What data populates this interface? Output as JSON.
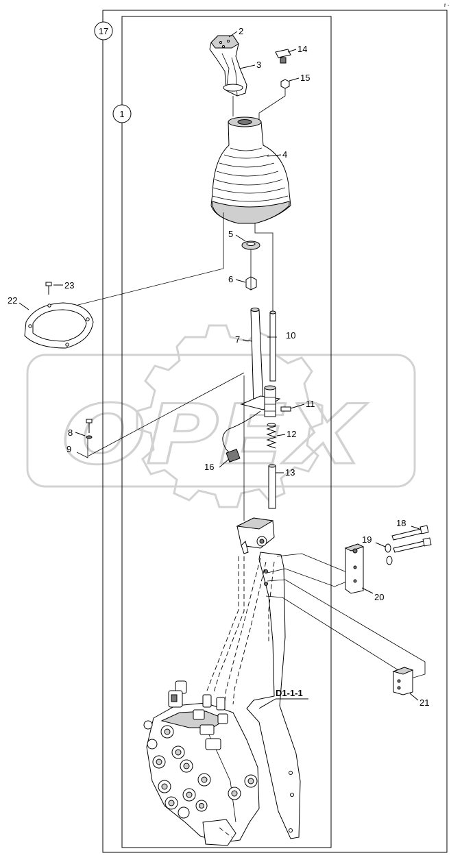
{
  "diagram": {
    "watermark": "OPEX",
    "corner_mark": "r -",
    "assembly_markers": [
      {
        "id": "outer",
        "label": "17"
      },
      {
        "id": "inner",
        "label": "1"
      }
    ],
    "reference": "D1-1-1",
    "callouts": [
      "2",
      "3",
      "4",
      "5",
      "6",
      "7",
      "8",
      "9",
      "10",
      "11",
      "12",
      "13",
      "14",
      "15",
      "16",
      "18",
      "19",
      "20",
      "21",
      "22",
      "23"
    ]
  }
}
